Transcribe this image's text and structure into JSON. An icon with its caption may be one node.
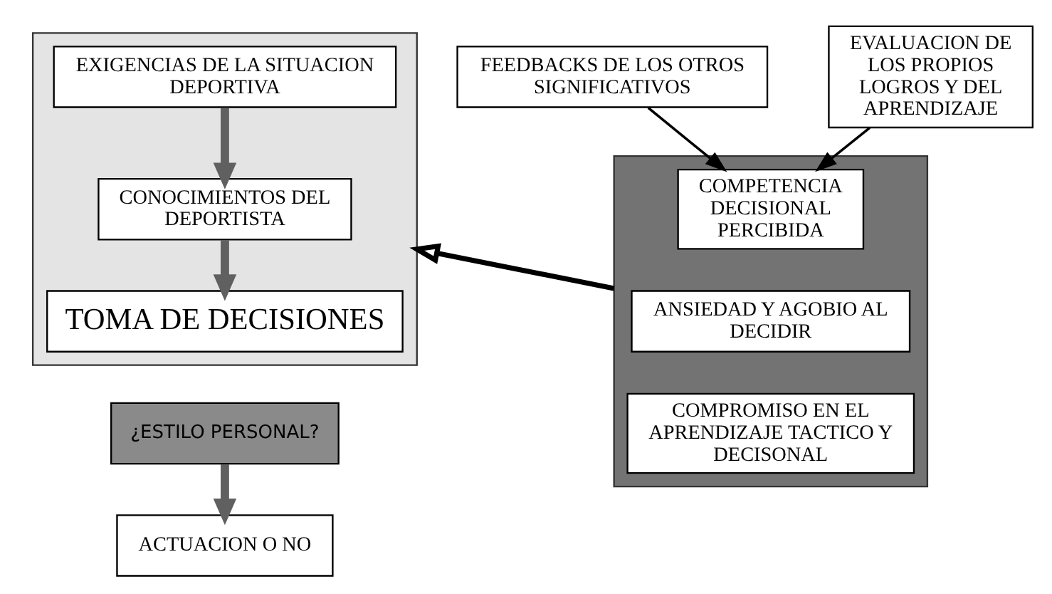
{
  "diagram": {
    "nodes": [
      {
        "text": [],
        "shape": "box"
      },
      {
        "text": [
          "EXIGENCIAS DE LA SITUACION DEPORTIVA"
        ],
        "in": 0
      },
      {
        "text": [
          "CONOCIMIENTOS DEL DEPORTISTA"
        ],
        "in": 0
      },
      {
        "text": [
          "TOMA DE DECISIONES"
        ],
        "in": 0
      },
      {
        "text": [
          "¿ESTILO PERSONAL?"
        ]
      },
      {
        "text": [
          "ACTUACION O NO"
        ]
      },
      {
        "text": [
          "FEEDBACKS DE LOS OTROS SIGNIFICATIVOS"
        ]
      },
      {
        "text": [
          "EVALUACION DE LOS PROPIOS LOGROS Y DEL APRENDIZAJE"
        ]
      },
      {
        "text": [],
        "shape": "box"
      },
      {
        "text": [
          "COMPETENCIA DECISIONAL PERCIBIDA"
        ],
        "in": 8
      },
      {
        "text": [
          "ANSIEDAD Y AGOBIO AL DECIDIR"
        ],
        "in": 8
      },
      {
        "text": [
          "COMPROMISO EN EL APRENDIZAJE TACTICO Y DECISONAL"
        ],
        "in": 8
      }
    ],
    "edges": [
      {
        "from": 1,
        "to": 2,
        "arrow": "to"
      },
      {
        "from": 2,
        "to": 3,
        "arrow": "to"
      },
      {
        "from": 4,
        "to": 5,
        "arrow": "to"
      },
      {
        "from": 6,
        "to": 9,
        "arrow": "to",
        "color": "#000000"
      },
      {
        "from": 7,
        "to": 9,
        "arrow": "to",
        "color": "#000000"
      },
      {
        "from": 8,
        "to": 0,
        "arrow": "to",
        "color": "#000000"
      }
    ]
  }
}
